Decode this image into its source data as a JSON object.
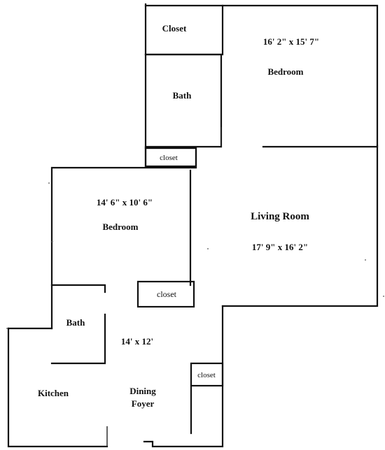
{
  "rooms": {
    "closet_top": "Closet",
    "bedroom_top_dim": "16' 2\" x 15' 7\"",
    "bedroom_top": "Bedroom",
    "bath_top": "Bath",
    "closet_hall": "closet",
    "bedroom_left_dim": "14' 6\" x 10' 6\"",
    "bedroom_left": "Bedroom",
    "living_room": "Living Room",
    "living_room_dim": "17' 9\" x 16' 2\"",
    "closet_mid": "closet",
    "bath_left": "Bath",
    "dining_dim": "14' x 12'",
    "closet_small": "closet",
    "kitchen": "Kitchen",
    "dining": "Dining",
    "foyer": "Foyer"
  }
}
